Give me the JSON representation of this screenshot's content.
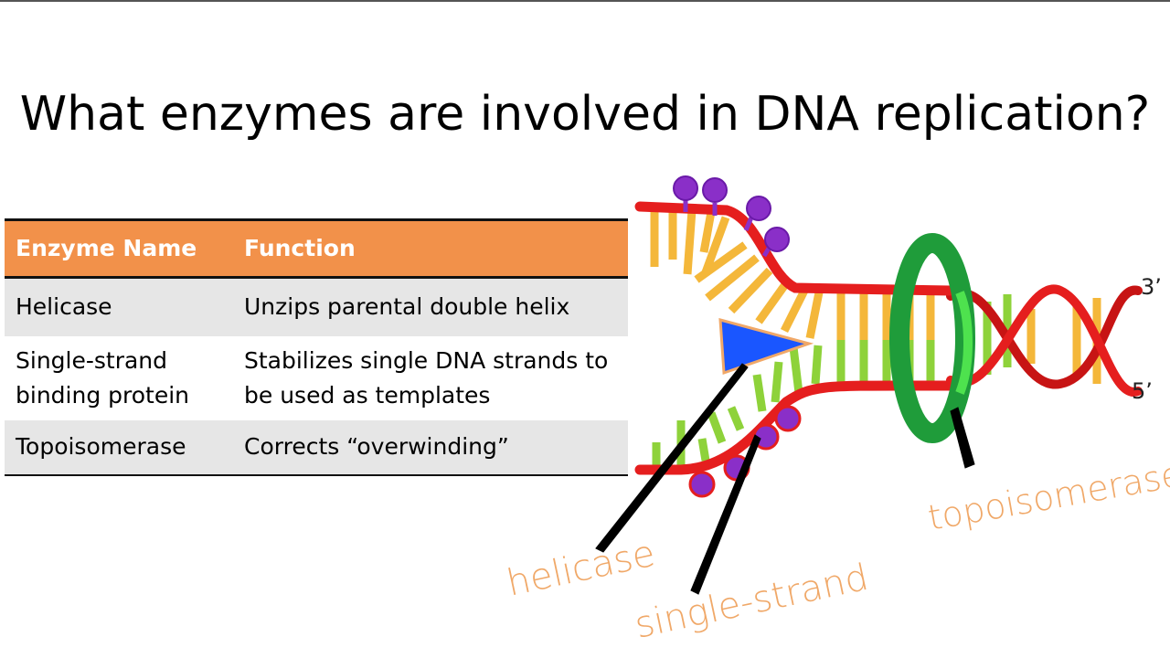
{
  "slide": {
    "title": "What enzymes are involved in DNA replication?"
  },
  "table": {
    "headers": [
      "Enzyme Name",
      "Function"
    ],
    "rows": [
      {
        "enzyme": "Helicase",
        "function": "Unzips parental double helix"
      },
      {
        "enzyme": "Single-strand binding protein",
        "function": "Stabilizes single DNA strands to be used as templates"
      },
      {
        "enzyme": "Topoisomerase",
        "function": "Corrects “overwinding”"
      }
    ],
    "header_color": "#f2914a"
  },
  "diagram": {
    "end_labels": {
      "top": "3’",
      "bottom": "5’"
    },
    "annotations": {
      "helicase": "helicase",
      "single_strand": "single-strand",
      "topoisomerase": "topoisomerase"
    },
    "colors": {
      "backbone": "#e51e1e",
      "base_yellow": "#f4b73a",
      "base_green": "#8ed23a",
      "protein": "#8a2fc8",
      "helicase": "#1a56ff",
      "topoisomerase": "#1f9c3a",
      "annotation": "#f0a868"
    }
  }
}
